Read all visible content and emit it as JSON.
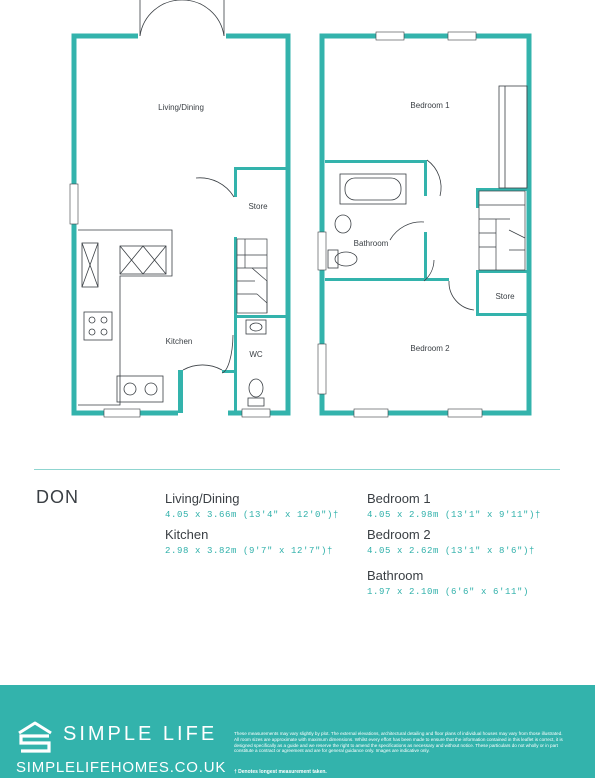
{
  "colors": {
    "accent": "#33b3ac",
    "wall": "#33b3ac",
    "text": "#3a3f44",
    "footer_bg": "#33b3ac"
  },
  "rooms": {
    "living_dining": "Living/Dining",
    "store_ground": "Store",
    "kitchen": "Kitchen",
    "wc": "WC",
    "bedroom1": "Bedroom 1",
    "bathroom": "Bathroom",
    "store_first": "Store",
    "bedroom2": "Bedroom 2"
  },
  "house_name": "DON",
  "specs": [
    {
      "name": "Living/Dining",
      "dims": "4.05 x 3.66m (13'4\" x 12'0\")†"
    },
    {
      "name": "Kitchen",
      "dims": "2.98 x 3.82m (9'7\" x 12'7\")†"
    },
    {
      "name": "Bedroom 1",
      "dims": "4.05 x 2.98m (13'1\" x 9'11\")†"
    },
    {
      "name": "Bedroom 2",
      "dims": "4.05 x 2.62m (13'1\" x 8'6\")†"
    },
    {
      "name": "Bathroom",
      "dims": "1.97 x 2.10m (6'6\" x 6'11\")"
    }
  ],
  "footer": {
    "brand": "SIMPLE LIFE",
    "url": "SIMPLELIFEHOMES.CO.UK",
    "icon": "simple-life-logo-icon",
    "disclaimer": "These measurements may vary slightly by plot. The external elevations, architectural detailing and floor plans of individual houses may vary from those illustrated. All room sizes are approximate with maximum dimensions. Whilst every effort has been made to ensure that the information contained in this leaflet is correct, it is designed specifically as a guide and we reserve the right to amend the specifications as necessary and without notice. These particulars do not wholly or in part constitute a contract or agreement and are for general guidance only. Images are indicative only.",
    "footnote": "† Denotes longest measurement taken."
  }
}
